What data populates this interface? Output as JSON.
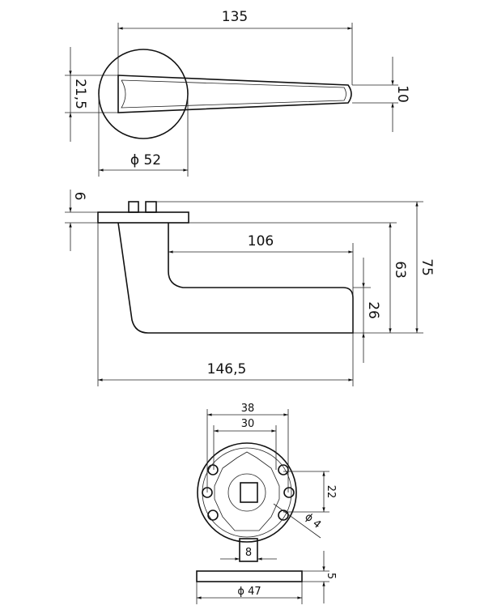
{
  "top_view": {
    "length": "135",
    "rose_height": "21,5",
    "tip_height": "10",
    "rose_diameter": "ϕ 52"
  },
  "side_view": {
    "rose_thickness": "6",
    "lever_reach": "106",
    "overall_height": "75",
    "rose_to_bottom": "63",
    "lever_height": "26",
    "overall_length": "146,5"
  },
  "rose_detail": {
    "outer_spacing": "38",
    "inner_spacing": "30",
    "hole_spacing": "22",
    "hole_diameter": "ϕ 4",
    "spindle": "8",
    "cover_thickness": "5",
    "cover_diameter": "ϕ 47"
  },
  "colors": {
    "line": "#111111",
    "background": "#ffffff"
  }
}
